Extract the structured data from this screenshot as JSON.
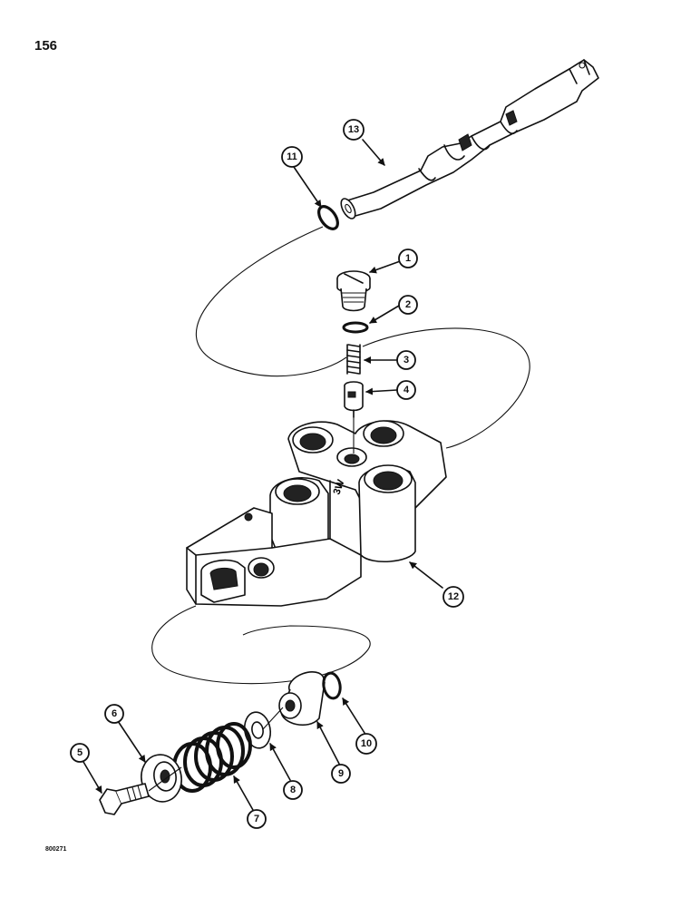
{
  "page": {
    "number": "156",
    "drawing_id": "800271"
  },
  "callouts": {
    "c1": "1",
    "c2": "2",
    "c3": "3",
    "c4": "4",
    "c5": "5",
    "c6": "6",
    "c7": "7",
    "c8": "8",
    "c9": "9",
    "c10": "10",
    "c11": "11",
    "c12": "12",
    "c13": "13"
  }
}
